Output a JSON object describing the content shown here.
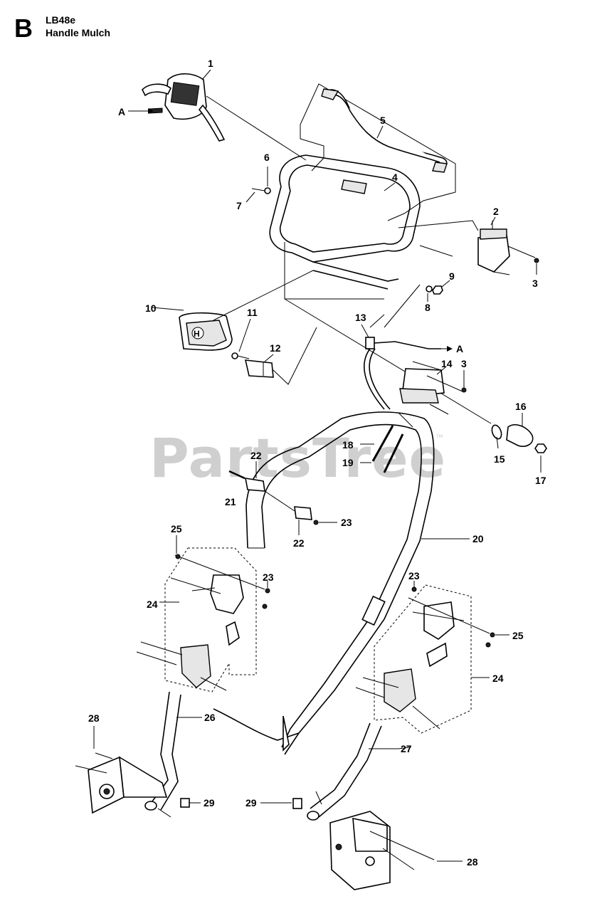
{
  "header": {
    "section_letter": "B",
    "model": "LB48e",
    "subtitle": "Handle Mulch"
  },
  "watermark": {
    "text": "PartsTree",
    "trademark": "™"
  },
  "reference_arrows": [
    {
      "label": "A",
      "where": "left of part 1"
    },
    {
      "label": "A",
      "where": "cable end near part 13"
    }
  ],
  "callouts": [
    "1",
    "2",
    "3",
    "3",
    "4",
    "5",
    "6",
    "7",
    "8",
    "9",
    "10",
    "11",
    "12",
    "13",
    "14",
    "15",
    "16",
    "17",
    "18",
    "19",
    "20",
    "21",
    "22",
    "22",
    "23",
    "23",
    "23",
    "24",
    "24",
    "25",
    "25",
    "26",
    "27",
    "28",
    "28",
    "29",
    "29"
  ]
}
